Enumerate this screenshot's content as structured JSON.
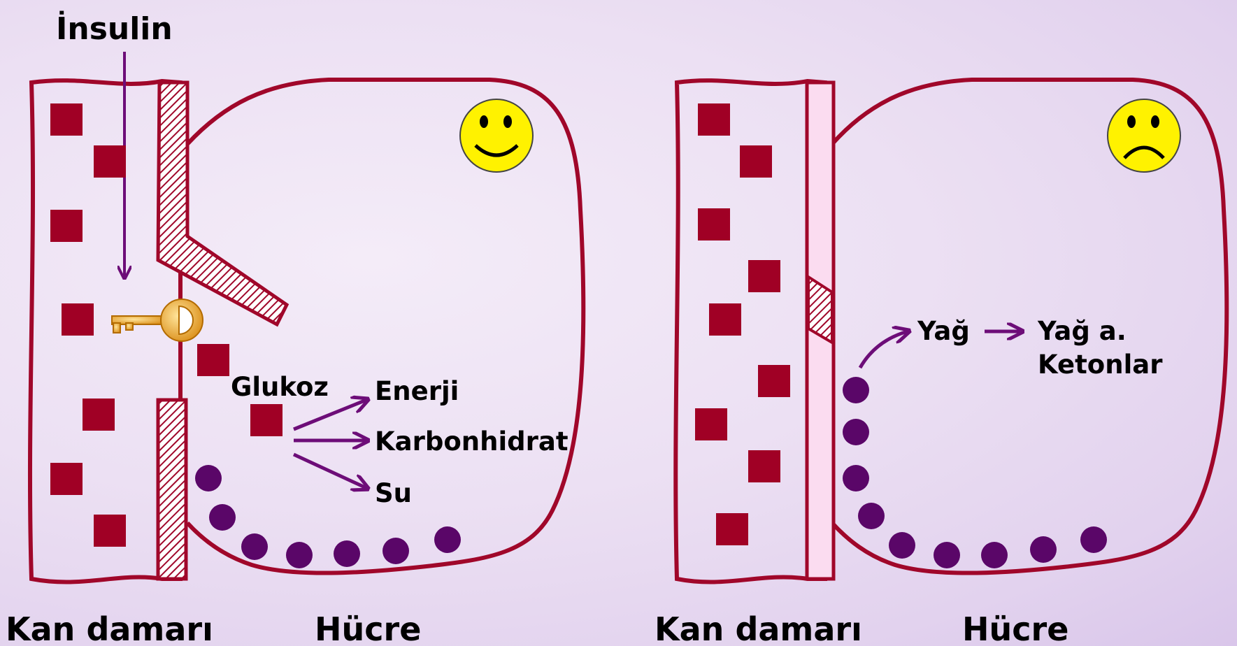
{
  "left_panel": {
    "insulin_label": "İnsulin",
    "glucose_label": "Glukoz",
    "outputs": [
      "Enerji",
      "Karbonhidrat",
      "Su"
    ],
    "vessel_label": "Kan damarı",
    "cell_label": "Hücre",
    "mood": "happy-face-icon"
  },
  "right_panel": {
    "fat_label": "Yağ",
    "product_line1": "Yağ a.",
    "product_line2": "Ketonlar",
    "vessel_label": "Kan damarı",
    "cell_label": "Hücre",
    "mood": "sad-face-icon"
  },
  "colors": {
    "membrane": "#a0072a",
    "glucose": "#a00025",
    "dots": "#5a0668",
    "arrows": "#6d0d78",
    "face": "#fff200",
    "key": "#f0a526"
  }
}
